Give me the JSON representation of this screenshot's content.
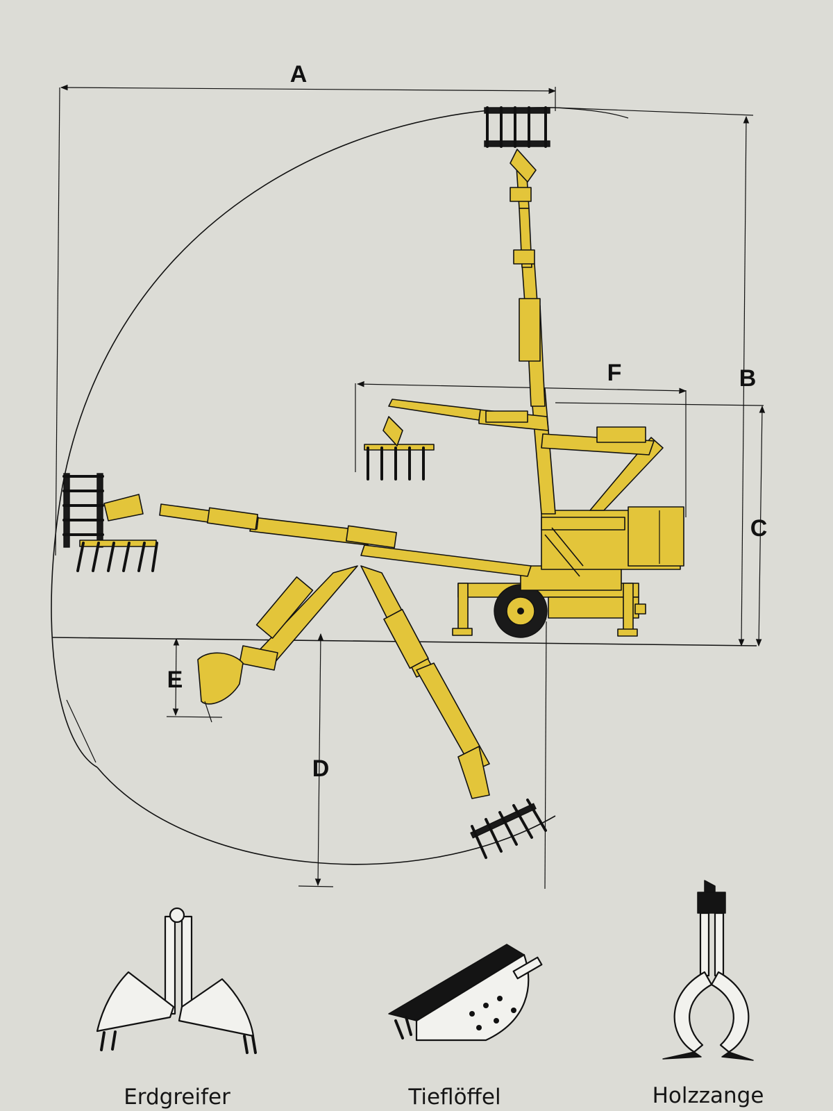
{
  "dimensions": {
    "a": "A",
    "b": "B",
    "c": "C",
    "d": "D",
    "e": "E",
    "f": "F"
  },
  "attachments": [
    {
      "label": "Erdgreifer",
      "icon": "clamshell-grab-icon"
    },
    {
      "label": "Tieflöffel",
      "icon": "backhoe-bucket-icon"
    },
    {
      "label": "Holzzange",
      "icon": "timber-tongs-icon"
    }
  ],
  "colors": {
    "background": "#dcdcd6",
    "machine": "#e3c53a",
    "ink": "#111111"
  }
}
